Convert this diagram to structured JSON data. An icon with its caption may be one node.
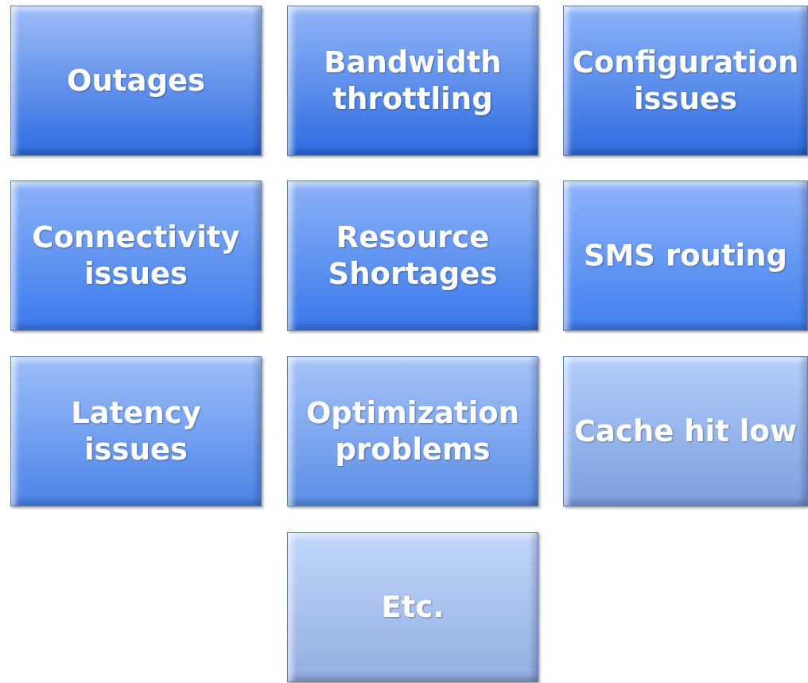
{
  "diagram": {
    "nodes": [
      {
        "text": [
          "Outages"
        ]
      },
      {
        "text": [
          "Bandwidth throttling"
        ]
      },
      {
        "text": [
          "Configuration issues"
        ]
      },
      {
        "text": [
          "Connectivity issues"
        ]
      },
      {
        "text": [
          "Resource Shortages"
        ]
      },
      {
        "text": [
          "SMS routing"
        ]
      },
      {
        "text": [
          "Latency issues"
        ]
      },
      {
        "text": [
          "Optimization problems"
        ]
      },
      {
        "text": [
          "Cache hit low"
        ]
      },
      {
        "text": [
          "Etc."
        ]
      }
    ]
  }
}
